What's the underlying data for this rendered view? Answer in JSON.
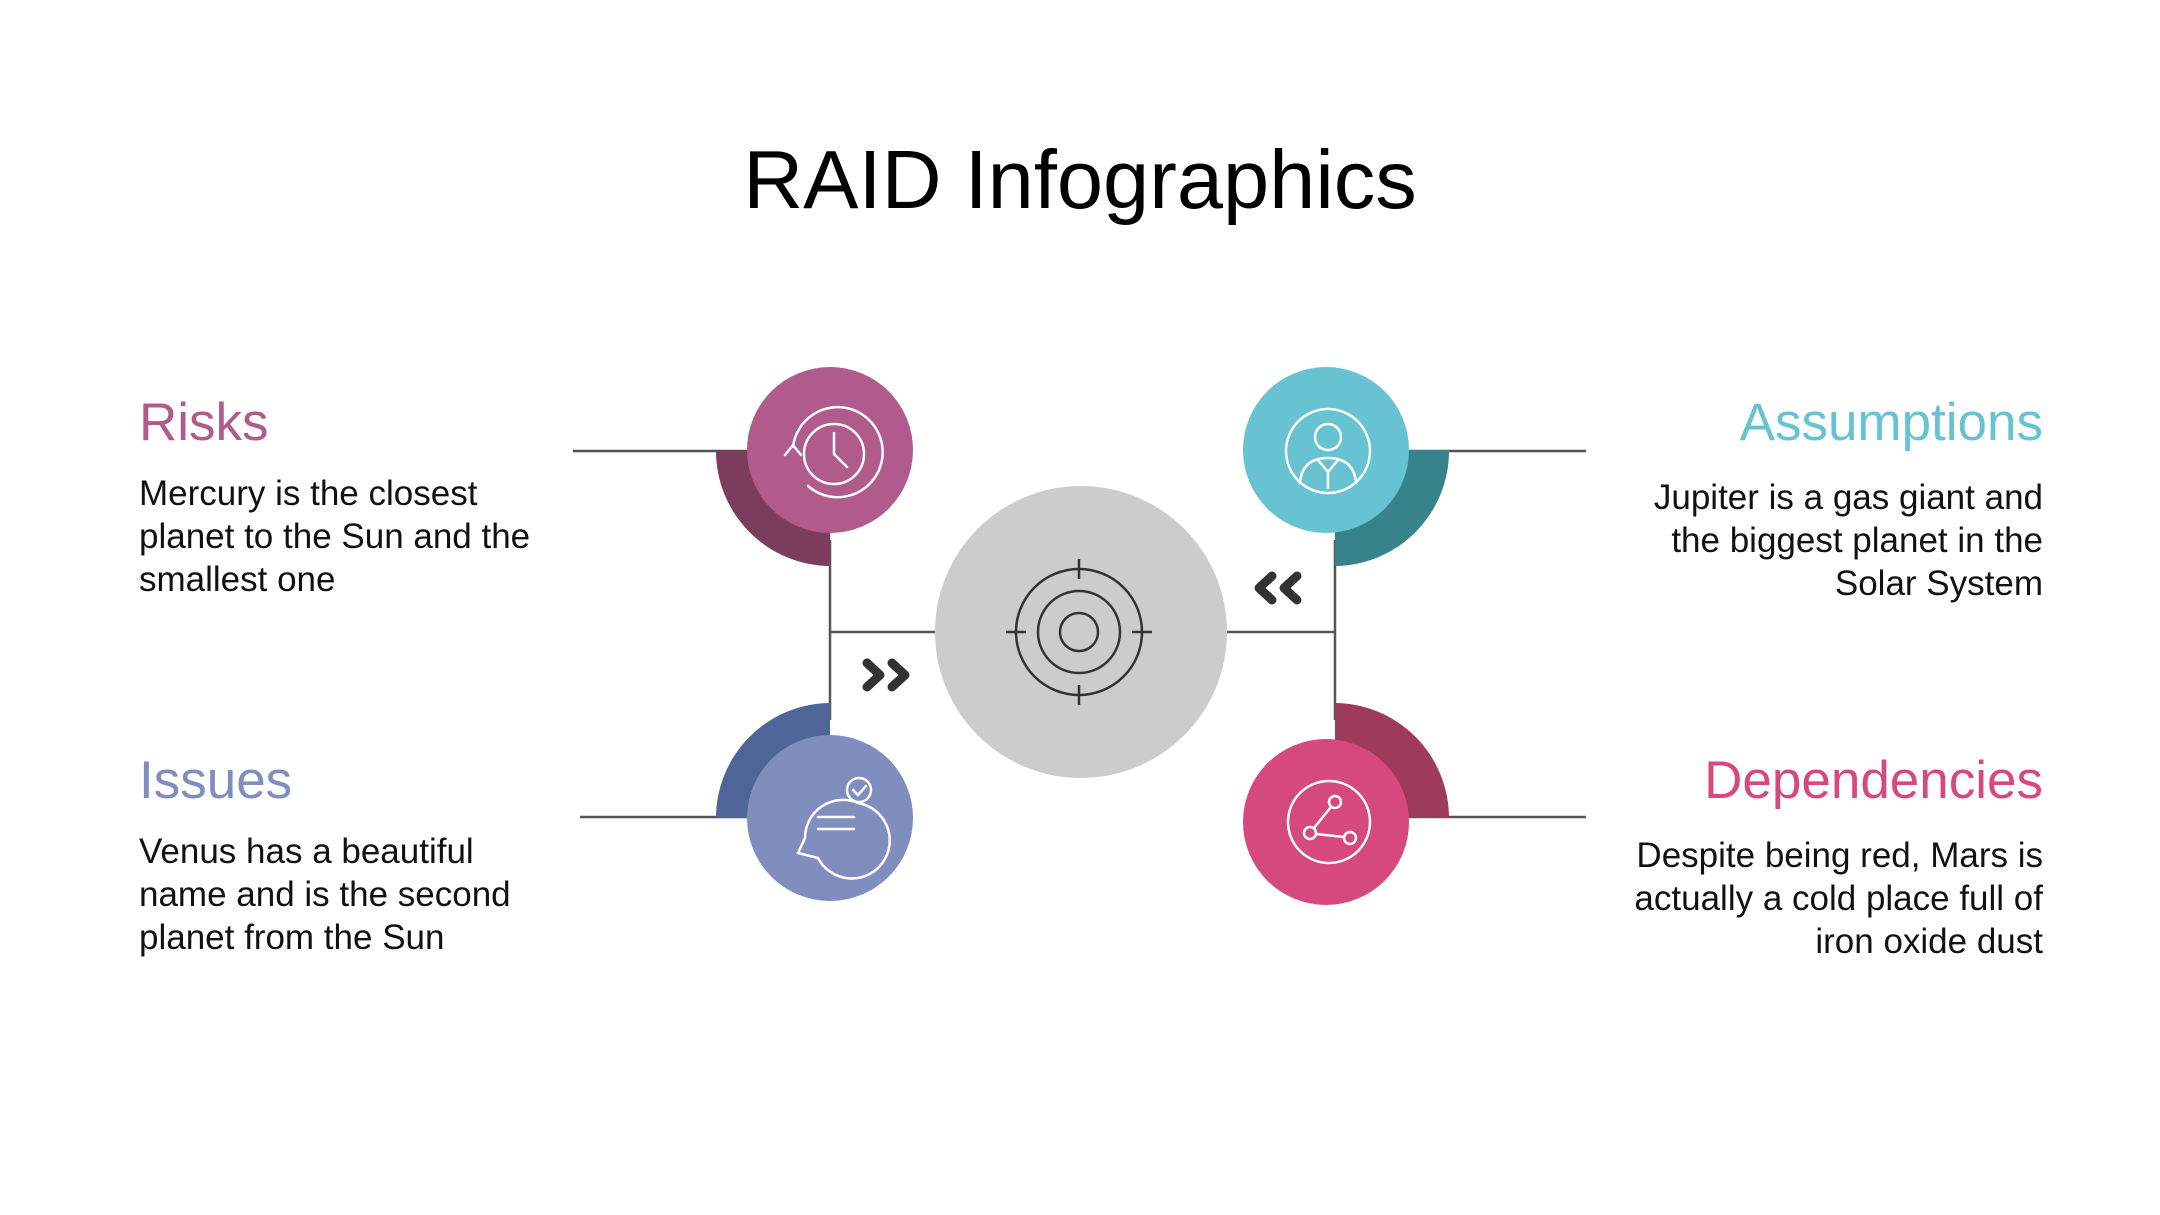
{
  "title": "RAID Infographics",
  "colors": {
    "risks": "#B05B8C",
    "risks_shadow": "#7B3C5E",
    "assumptions": "#67C3D1",
    "assumptions_shadow": "#37838C",
    "issues": "#7F8EBF",
    "issues_shadow": "#4F6597",
    "dependencies": "#D6497D",
    "dependencies_shadow": "#9E3A5A",
    "center": "#CCCCCC",
    "line": "#555555"
  },
  "sections": {
    "risks": {
      "title": "Risks",
      "text": "Mercury is the closest planet to the Sun and the smallest one",
      "icon": "clock-history-icon"
    },
    "issues": {
      "title": "Issues",
      "text": "Venus has a beautiful name and is the second planet from the Sun",
      "icon": "chat-check-icon"
    },
    "assumptions": {
      "title": "Assumptions",
      "text": "Jupiter is a gas giant and the biggest planet in the Solar System",
      "icon": "user-icon"
    },
    "dependencies": {
      "title": "Dependencies",
      "text": "Despite being red, Mars is actually a cold place full of iron oxide dust",
      "icon": "share-nodes-icon"
    }
  },
  "center_icon": "target-icon"
}
